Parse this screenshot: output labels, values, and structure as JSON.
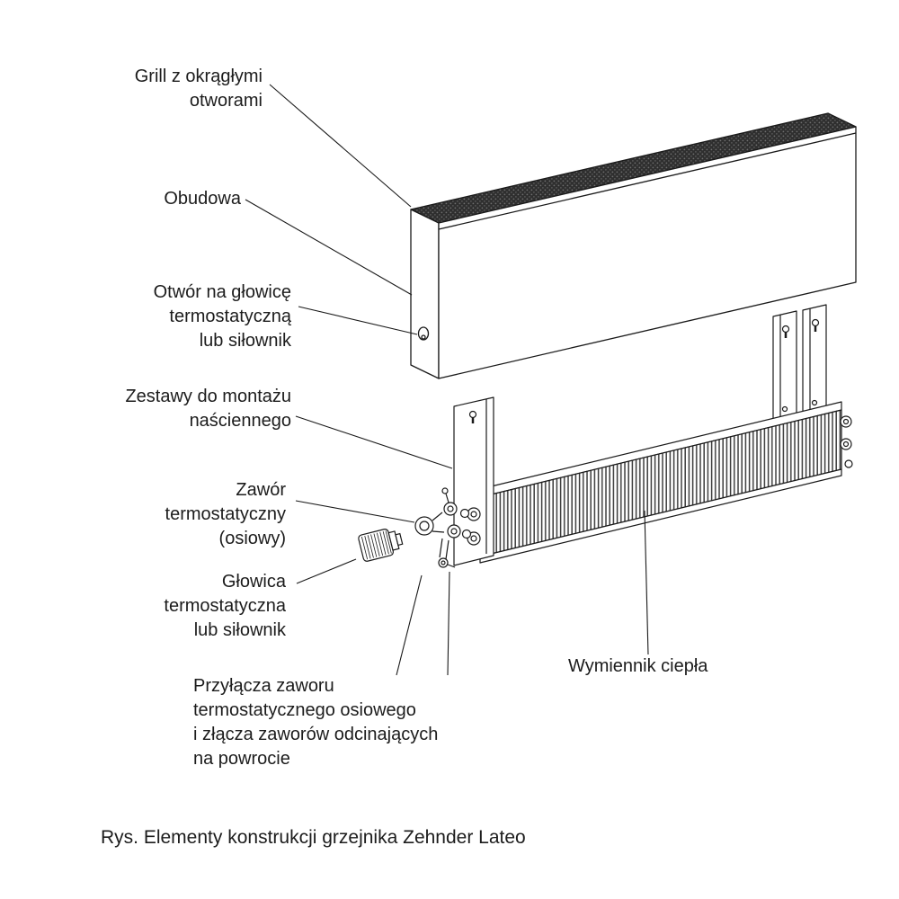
{
  "figure": {
    "type": "exploded-technical-diagram",
    "caption": "Rys. Elementy konstrukcji grzejnika Zehnder Lateo",
    "labels": {
      "grill": "Grill z okrągłymi\notworami",
      "obudowa": "Obudowa",
      "otwor_glowica": "Otwór na głowicę\ntermostatyczną\nlub siłownik",
      "zestawy_montaz": "Zestawy do montażu\nnaściennego",
      "zawor": "Zawór\ntermostatyczny\n(osiowy)",
      "glowica": "Głowica\ntermostatyczna\nlub siłownik",
      "przylacza": "Przyłącza zaworu\ntermostatycznego osiowego\ni złącza zaworów odcinających\nna powrocie",
      "wymiennik": "Wymiennik ciepła"
    },
    "parts": [
      "grill-panel",
      "casing",
      "thermostat-hole",
      "wall-mounting-sets",
      "thermostatic-valve",
      "thermostatic-head",
      "valve-connections",
      "heat-exchanger"
    ],
    "colors": {
      "line": "#1a1a1a",
      "grill_fill": "#2f2f2f",
      "background": "#ffffff"
    }
  }
}
